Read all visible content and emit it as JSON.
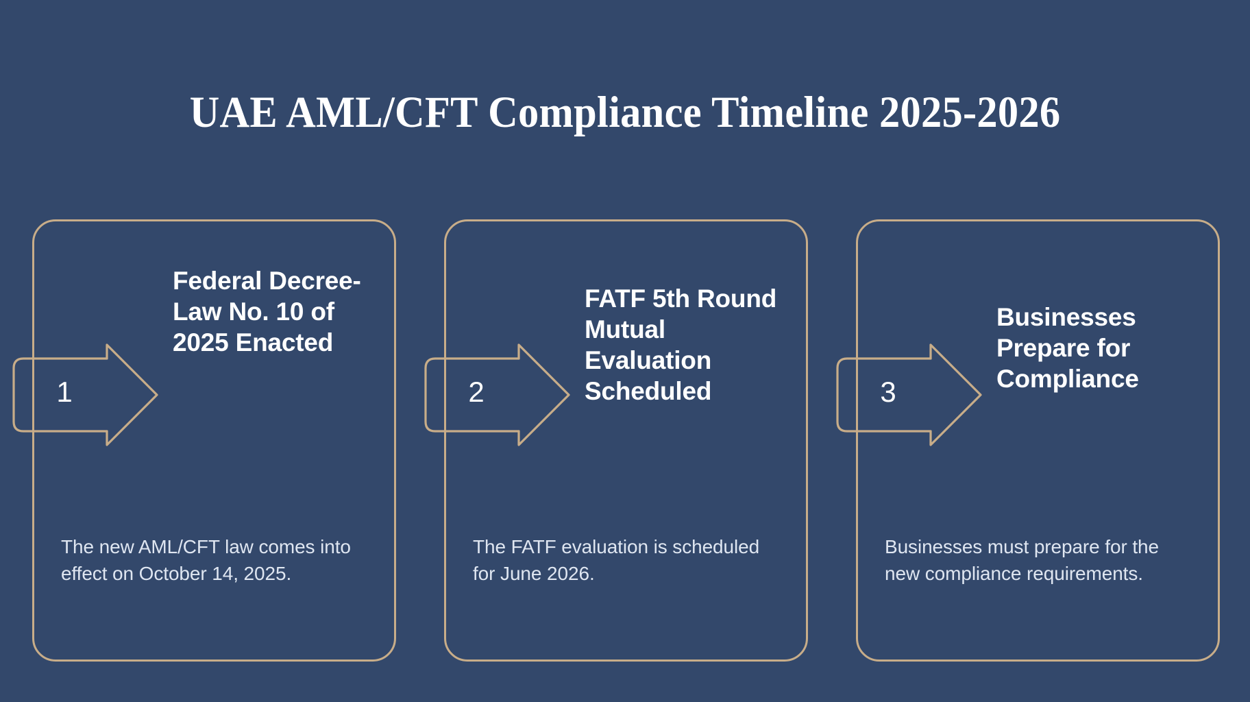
{
  "page": {
    "title": "UAE AML/CFT Compliance Timeline 2025-2026",
    "background_color": "#33486b",
    "accent_color": "#c8ad89",
    "heading_text_color": "#ffffff",
    "body_text_color": "#dfe6f1"
  },
  "cards": [
    {
      "number": "1",
      "heading": "Federal Decree-Law No. 10 of 2025 Enacted",
      "description": "The new AML/CFT law comes into effect on October 14, 2025."
    },
    {
      "number": "2",
      "heading": "FATF 5th Round Mutual Evaluation Scheduled",
      "description": "The FATF evaluation is scheduled for June 2026."
    },
    {
      "number": "3",
      "heading": "Businesses Prepare for Compliance",
      "description": "Businesses must prepare for the new compliance requirements."
    }
  ]
}
